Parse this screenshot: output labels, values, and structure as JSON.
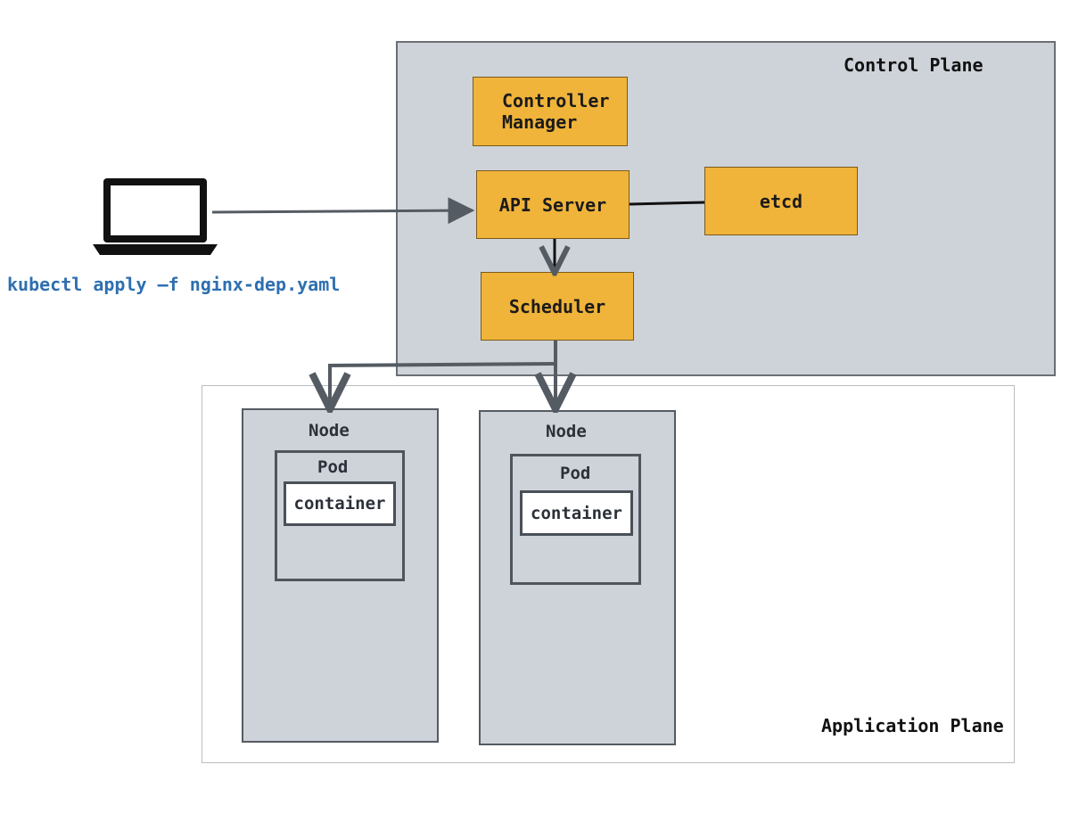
{
  "client": {
    "command": "kubectl apply –f nginx-dep.yaml",
    "icon": "laptop-icon"
  },
  "control_plane": {
    "title": "Control Plane",
    "components": {
      "controller_manager": "Controller\nManager",
      "api_server": "API Server",
      "etcd": "etcd",
      "scheduler": "Scheduler"
    }
  },
  "application_plane": {
    "title": "Application Plane",
    "nodes": [
      {
        "label": "Node",
        "pod_label": "Pod",
        "container_label": "container"
      },
      {
        "label": "Node",
        "pod_label": "Pod",
        "container_label": "container"
      }
    ]
  },
  "colors": {
    "control_plane_bg": "#ced3d9",
    "component_orange": "#f0b43a",
    "command_blue": "#2e6fb0"
  }
}
